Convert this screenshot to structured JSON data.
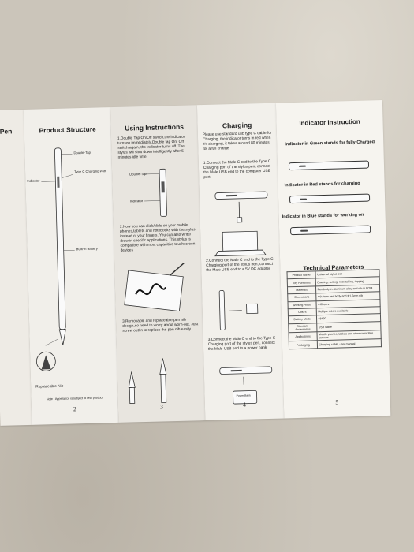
{
  "panel1": {
    "title_fragment": "s Pen"
  },
  "panel2": {
    "title": "Product Structure",
    "labels": {
      "double_tap": "Double-Tap",
      "indicator": "Indicator",
      "type_c": "Type C Charging Port",
      "battery": "Built-in Battery",
      "nib": "Replaceable Nib"
    },
    "note": "Note : Apperance is subject to real product",
    "page": "2"
  },
  "panel3": {
    "title": "Using Instructions",
    "step1": "1.Double Tap On/Off switch,the indicator turnson immediately.Double tap On/ Off switch again, the indicator turns off. The stylus will shut down intelligently after 5 minutes idle time",
    "label_double_tap": "Double-Tap",
    "label_indicator": "Indicator",
    "step2": "2.Now you can click/slide on your mobile phones,tablets and notebooks with the stylus instead of your fingers. You can also write/ draw in specific applications. This stylus is compatible with most capacitive touchscreen devices",
    "step3": "3.Removable and replaceable pen nib design,no need to worry about worn-out. Just screw out/in to replace the pen nib easily",
    "page": "3"
  },
  "panel4": {
    "title": "Charging",
    "intro": "Please use standard usb type C cable for Charging, the indicator turns in red when it's charging, it takes around 80 minutes for a full charge",
    "step1": "1.Connect the Male C end to the Type C Charging port of the stylus pen, connect the Male USB end to the computer USB port",
    "step2": "2.Connect the Male C end to the Type C Charging port of the stylus pen, connect the Male USB end to a 5V DC adapter",
    "step3": "3.Connect the Male C end to the Type C Charging port of the stylus pen, connect the Male USB end to a power bank",
    "power_bank_label": "Power Bank",
    "page": "4"
  },
  "panel5": {
    "title": "Indicator Instruction",
    "green": "Indicator in Green stands for fully Charged",
    "red": "Indicator in Red stands for charging",
    "blue": "Indicator in Blue stands for working on",
    "tech_title": "Technical Parameters",
    "params": [
      [
        "Product Name",
        "Universal stylus pen"
      ],
      [
        "Key Functions",
        "Drawing, writing, note-taking, tapping"
      ],
      [
        "Materials",
        "Pen body in aluminum alloy and nib in POM"
      ],
      [
        "Dimensions",
        "Φ9.0mm pen body and Φ1.5mm nib"
      ],
      [
        "Working Hours",
        "4-8hours"
      ],
      [
        "Colors",
        "Multiple colors available"
      ],
      [
        "Battery Model",
        "68430"
      ],
      [
        "Standard Accessories",
        "USB cable"
      ],
      [
        "Applications",
        "Mobile phones, tablets and other capacitive screens"
      ],
      [
        "Packaging",
        "Charging cable, user manual"
      ]
    ],
    "page": "5"
  }
}
